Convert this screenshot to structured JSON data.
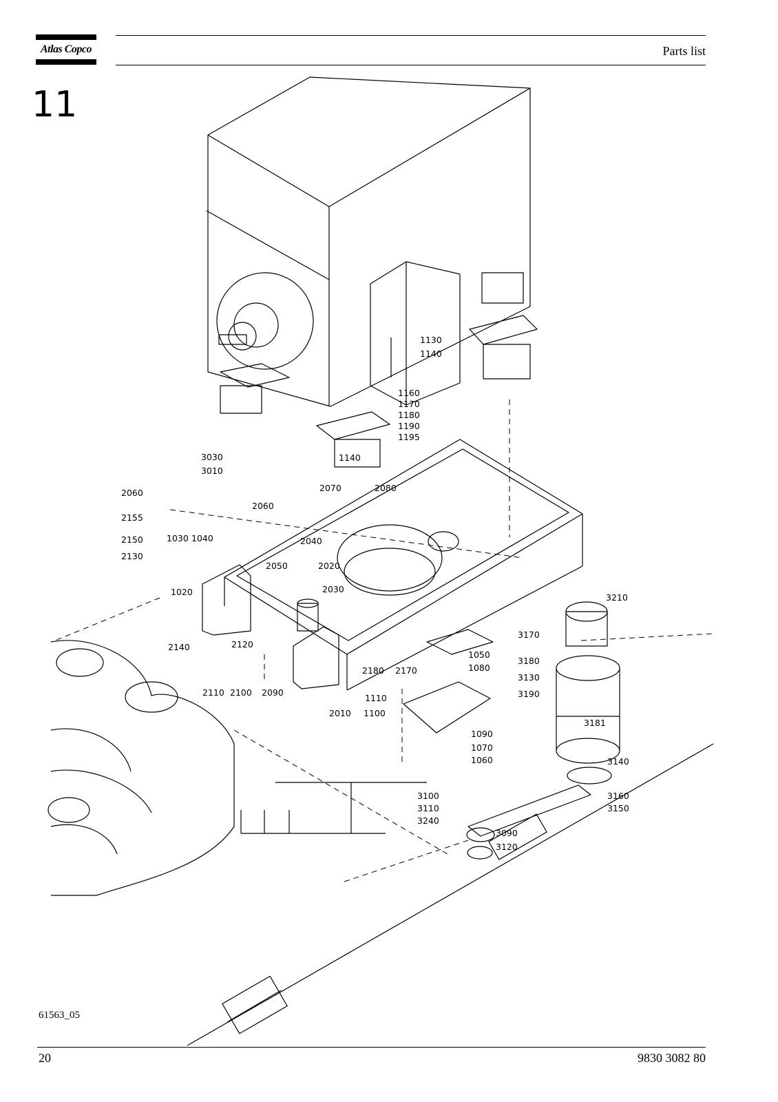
{
  "header": {
    "brand": "Atlas Copco",
    "title": "Parts list"
  },
  "section_number": "11",
  "diagram": {
    "drawing_id": "61563_05",
    "part_labels": [
      "1130",
      "1140",
      "1160",
      "1170",
      "1180",
      "1190",
      "1195",
      "1140",
      "3030",
      "3010",
      "2070",
      "2080",
      "2060",
      "2060",
      "2155",
      "2150",
      "1030",
      "1040",
      "2130",
      "2040",
      "2050",
      "2020",
      "2030",
      "1020",
      "3210",
      "3170",
      "1050",
      "2140",
      "2120",
      "3180",
      "1080",
      "3130",
      "2180",
      "2170",
      "3190",
      "2110",
      "2100",
      "2090",
      "1110",
      "2010",
      "1100",
      "3181",
      "1090",
      "1070",
      "1060",
      "3140",
      "3100",
      "3160",
      "3110",
      "3150",
      "3240",
      "3090",
      "3120"
    ]
  },
  "footer": {
    "page_number": "20",
    "document_number": "9830 3082 80"
  }
}
